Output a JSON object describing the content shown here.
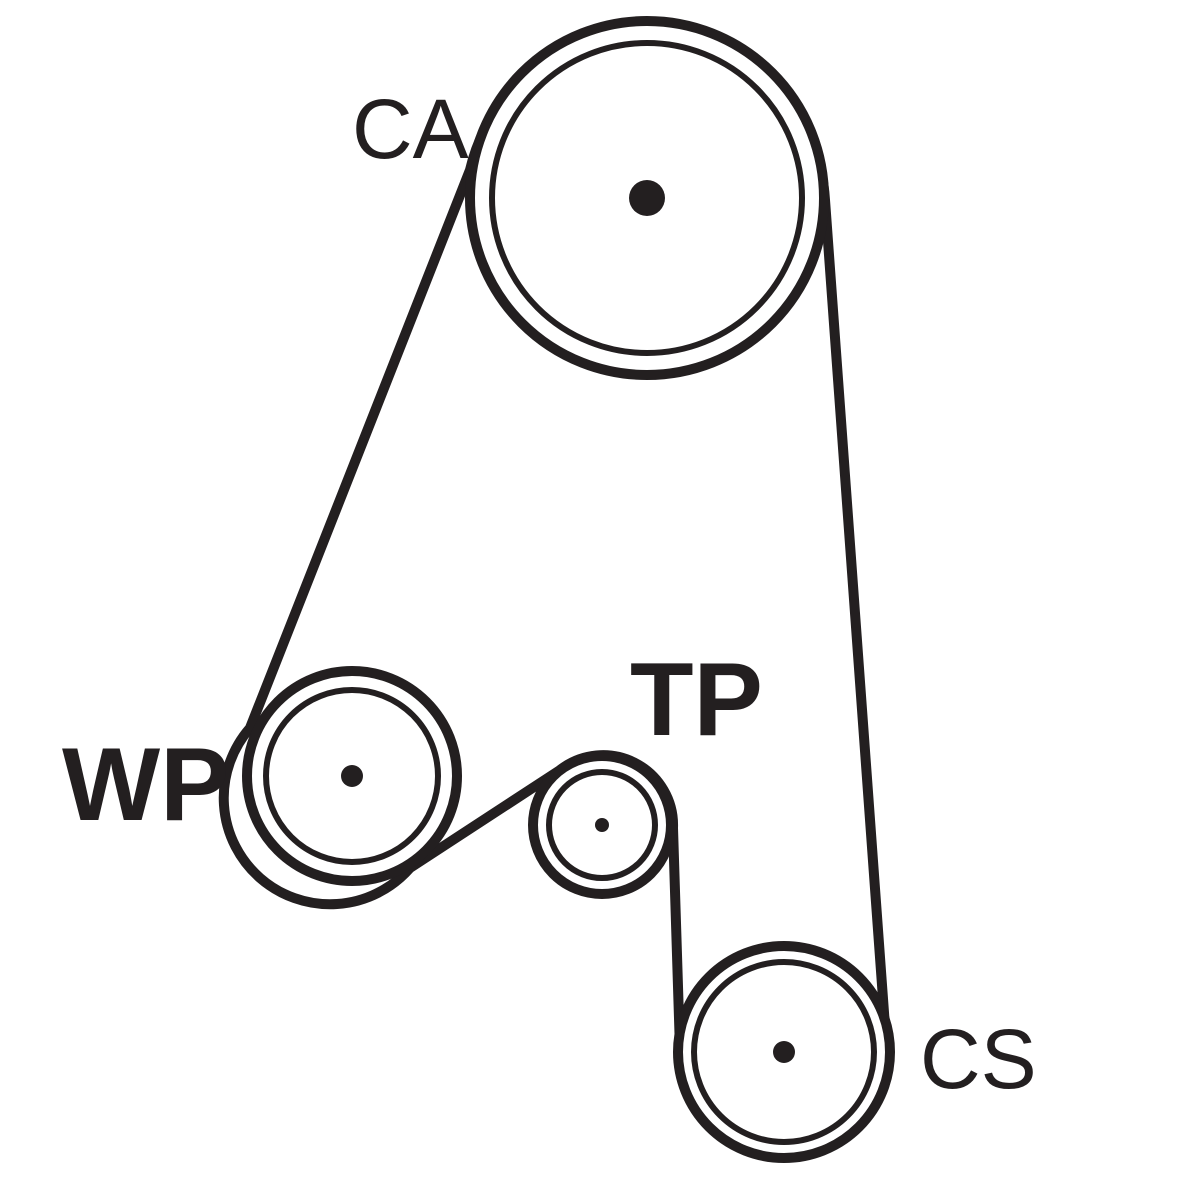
{
  "diagram": {
    "pulleys": [
      {
        "id": "CA",
        "label": "CA"
      },
      {
        "id": "WP",
        "label": "WP"
      },
      {
        "id": "TP",
        "label": "TP"
      },
      {
        "id": "CS",
        "label": "CS"
      }
    ],
    "colors": {
      "ink": "#231f20",
      "background": "#ffffff"
    }
  }
}
